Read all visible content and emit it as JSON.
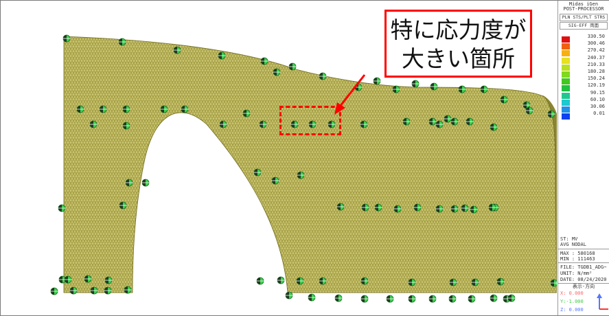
{
  "legend": {
    "header_line1": "Midas iGen",
    "header_line2": "POST-PROCESSOR",
    "result_type": "PLN STS/PLT STRS",
    "component": "SIG-EFF 両面",
    "colorbar": [
      {
        "value": "330.50",
        "color": "#e01010"
      },
      {
        "value": "300.46",
        "color": "#f06010"
      },
      {
        "value": "270.42",
        "color": "#f8b010"
      },
      {
        "value": "240.37",
        "color": "#e8e020"
      },
      {
        "value": "210.33",
        "color": "#b8e020"
      },
      {
        "value": "180.28",
        "color": "#80d820"
      },
      {
        "value": "150.24",
        "color": "#40c820"
      },
      {
        "value": "120.19",
        "color": "#20c040"
      },
      {
        "value": "90.15",
        "color": "#20c890"
      },
      {
        "value": "60.10",
        "color": "#20c8d0"
      },
      {
        "value": "30.06",
        "color": "#2090e8"
      },
      {
        "value": "0.01",
        "color": "#1040f0"
      }
    ],
    "st": "ST: MV",
    "avg": "AVG NODAL",
    "max": "MAX : 580168",
    "min": "MIN : 111463",
    "file": "FILE: TGDB1_ADG~",
    "unit": "UNIT: N/mm²",
    "date": "DATE: 08/24/2020",
    "view_dir_label": "表示-方向",
    "x": "X: 0.000",
    "y": "Y:-1.000",
    "z": "Z: 0.000"
  },
  "callout": {
    "line1": "特に応力度が",
    "line2": "大きい箇所"
  },
  "colors": {
    "mesh_fill": "#a09a40",
    "mesh_line": "#d4cf7e",
    "mesh_side": "#8d8830",
    "node_green": "#3ccf4e",
    "annotation_red": "#ff0000",
    "axis_x": "#ff6666",
    "axis_y": "#44cc44",
    "axis_z": "#5577ff"
  }
}
